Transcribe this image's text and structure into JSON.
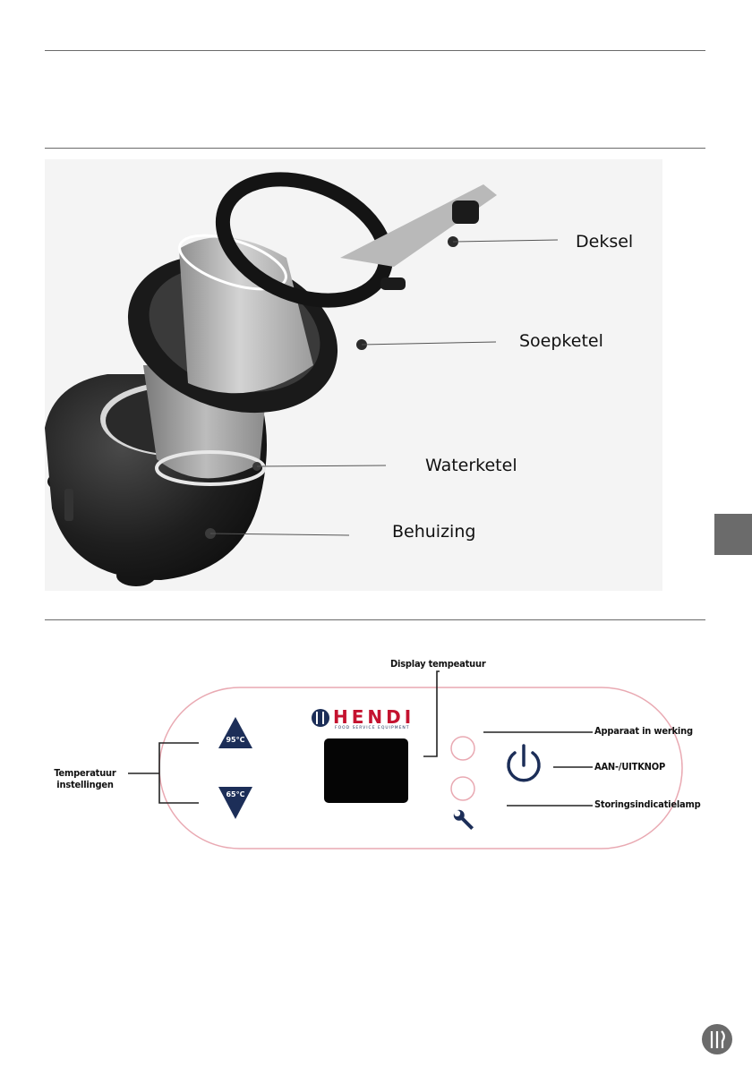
{
  "exploded_view": {
    "labels": {
      "lid": "Deksel",
      "soup_kettle": "Soepketel",
      "water_kettle": "Waterketel",
      "housing": "Behuizing"
    }
  },
  "control_panel": {
    "brand": "HENDI",
    "brand_sub": "FOOD SERVICE EQUIPMENT",
    "button_high": "95°C",
    "button_low": "65°C",
    "labels": {
      "display": "Display tempeatuur",
      "temp_settings_line1": "Temperatuur",
      "temp_settings_line2": "instellingen",
      "operating": "Apparaat in werking",
      "power": "AAN-/UITKNOP",
      "fault": "Storingsindicatielamp"
    }
  },
  "colors": {
    "panel_outline": "#e9a9b2",
    "button_fill": "#1c2e58",
    "accent_red": "#c4122f",
    "side_tab": "#6b6b6b"
  }
}
